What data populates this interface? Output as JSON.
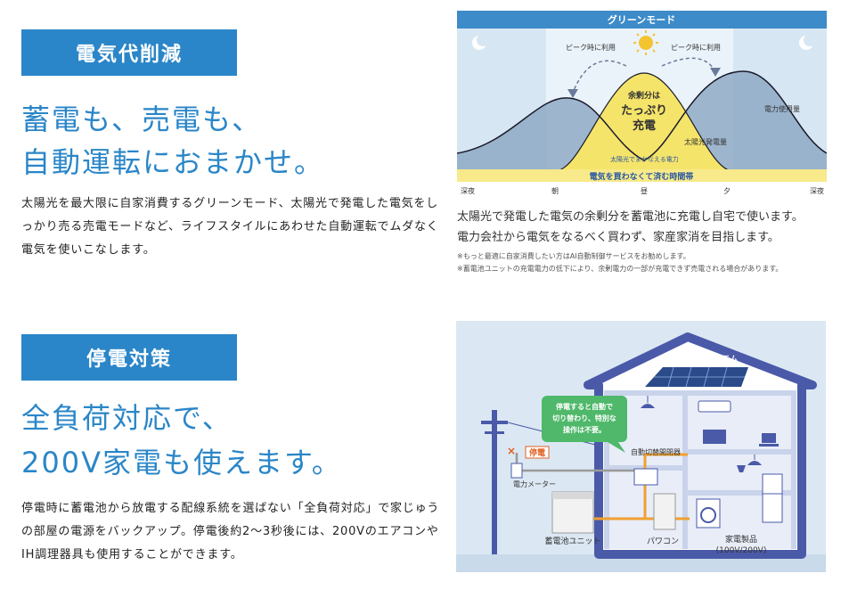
{
  "section1": {
    "tag": "電気代削減",
    "headline_line1": "蓄電も、売電も、",
    "headline_line2": "自動運転におまかせ。",
    "body": "太陽光を最大限に自家消費するグリーンモード、太陽光で発電した電気をしっかり売る売電モードなど、ライフスタイルにあわせた自動運転でムダなく電気を使いこなします。"
  },
  "green_chart": {
    "title": "グリーンモード",
    "peak_left": "ピーク時に利用",
    "peak_right": "ピーク時に利用",
    "surplus_line1": "余剰分は",
    "surplus_line2": "たっぷり",
    "surplus_line3": "充電",
    "usage_label": "電力使用量",
    "solar_label": "太陽光発電量",
    "covered_label": "太陽光でまかなえる電力",
    "band_label": "電気を買わなくて済む時間帯",
    "time_labels": [
      "深夜",
      "朝",
      "昼",
      "夕",
      "深夜"
    ],
    "caption1": "太陽光で発電した電気の余剰分を蓄電池に充電し自宅で使います。",
    "caption2": "電力会社から電気をなるべく買わず、家産家消を目指します。",
    "note1": "※もっと最適に自家消費したい方はAI自動制御サービスをお勧めします。",
    "note2": "※蓄電池ユニットの充電電力の低下により、余剰電力の一部が充電できず売電される場合があります。"
  },
  "section2": {
    "tag": "停電対策",
    "headline_line1": "全負荷対応で、",
    "headline_line2": "200V家電も使えます。",
    "body": "停電時に蓄電池から放電する配線系統を選ばない「全負荷対応」で家じゅうの部屋の電源をバックアップ。停電後約2〜3秒後には、200VのエアコンやIH調理器具も使用することができます。"
  },
  "house_diagram": {
    "solar_system": "太陽光発電システム",
    "callout_line1": "停電すると自動で",
    "callout_line2": "切り替わり、特別な",
    "callout_line3": "操作は不要。",
    "outage": "停電",
    "switch": "自動切替開閉器",
    "meter": "電力メーター",
    "battery": "蓄電池ユニット",
    "pcs": "パワコン",
    "appliances": "家電製品",
    "appliances_voltage": "(100V/200V)"
  },
  "colors": {
    "brand_blue": "#2a86c8",
    "chart_sky": "#d6e6f3",
    "chart_yellow": "#f5e46a",
    "band_yellow": "#f8e98a",
    "house_blue": "#4a5aa8",
    "orange": "#f0a030"
  }
}
